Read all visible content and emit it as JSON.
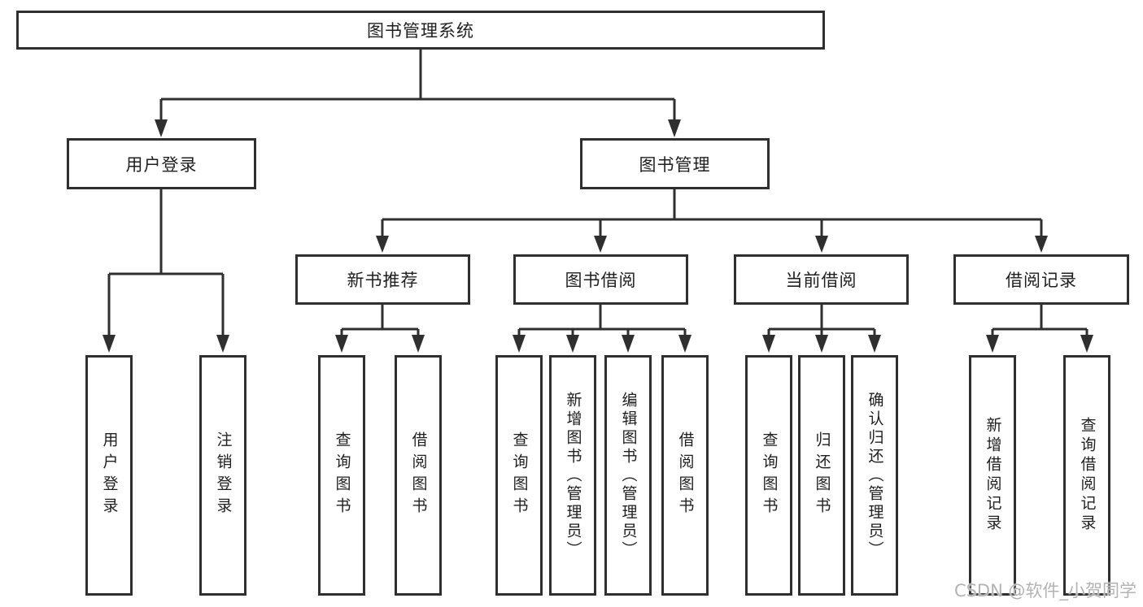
{
  "diagram": {
    "root": {
      "label": "图书管理系统"
    },
    "level2": [
      {
        "id": "user-login",
        "label": "用户登录"
      },
      {
        "id": "book-management",
        "label": "图书管理"
      }
    ],
    "level3": [
      {
        "id": "new-book-recommend",
        "label": "新书推荐",
        "parent": "图书管理"
      },
      {
        "id": "book-borrow",
        "label": "图书借阅",
        "parent": "图书管理"
      },
      {
        "id": "current-borrow",
        "label": "当前借阅",
        "parent": "图书管理"
      },
      {
        "id": "borrow-records",
        "label": "借阅记录",
        "parent": "图书管理"
      }
    ],
    "leaves": [
      {
        "label": "用户登录",
        "parent": "用户登录"
      },
      {
        "label": "注销登录",
        "parent": "用户登录"
      },
      {
        "label": "查询图书",
        "parent": "新书推荐"
      },
      {
        "label": "借阅图书",
        "parent": "新书推荐"
      },
      {
        "label": "查询图书",
        "parent": "图书借阅"
      },
      {
        "label": "新增图书（管理员）",
        "parent": "图书借阅"
      },
      {
        "label": "编辑图书（管理员）",
        "parent": "图书借阅"
      },
      {
        "label": "借阅图书",
        "parent": "图书借阅"
      },
      {
        "label": "查询图书",
        "parent": "当前借阅"
      },
      {
        "label": "归还图书",
        "parent": "当前借阅"
      },
      {
        "label": "确认归还（管理员）",
        "parent": "当前借阅"
      },
      {
        "label": "新增借阅记录",
        "parent": "借阅记录"
      },
      {
        "label": "查询借阅记录",
        "parent": "借阅记录"
      }
    ]
  },
  "watermark": {
    "text": "CSDN @软件_小贺同学"
  },
  "colors": {
    "line": "#2f2f2f",
    "box_border": "#2f2f2f",
    "text": "#1f1f1f",
    "watermark": "#b3b3b3",
    "background": "#ffffff"
  }
}
